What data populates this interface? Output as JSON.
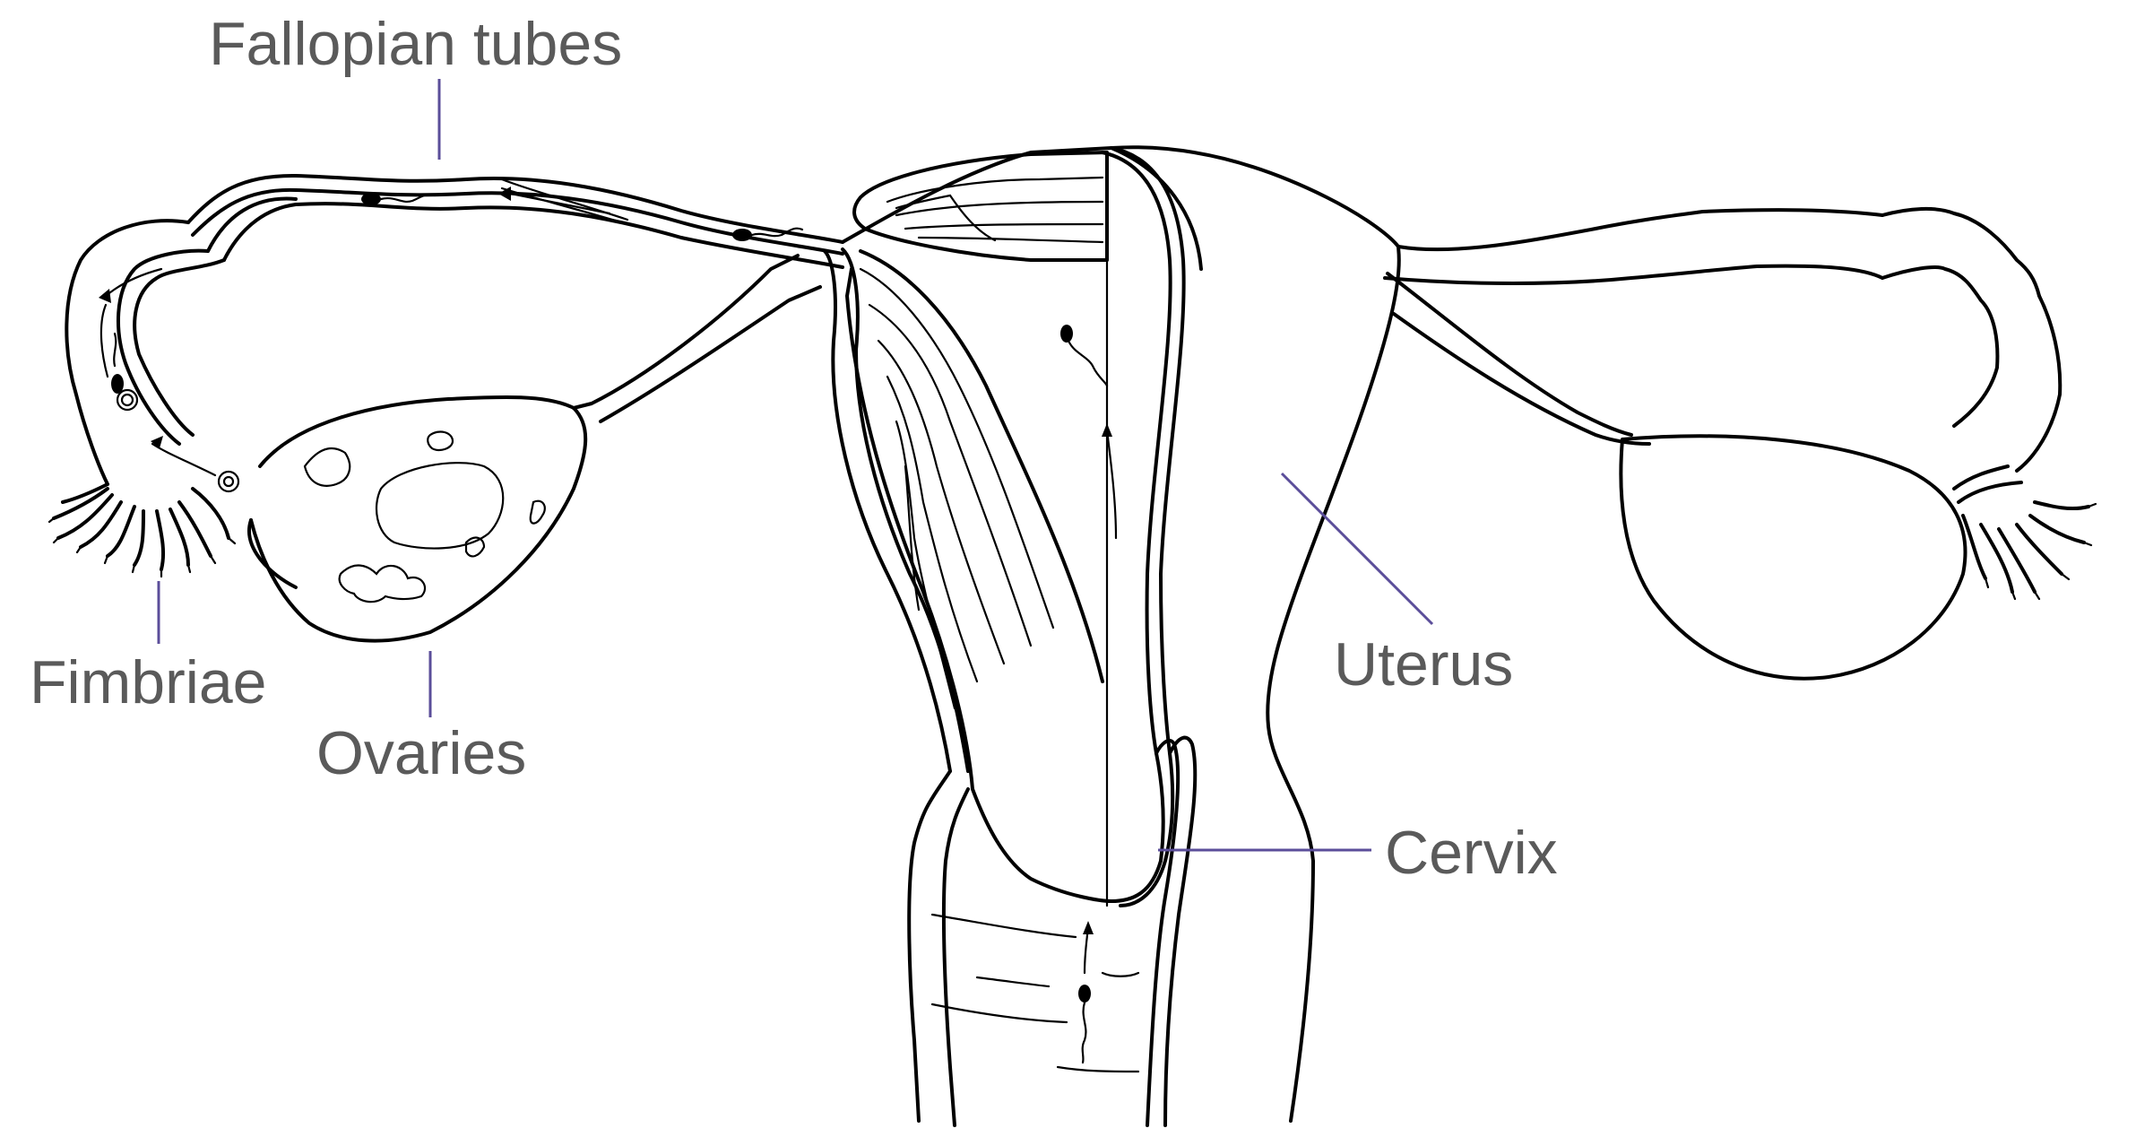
{
  "labels": {
    "fallopian_tubes": "Fallopian tubes",
    "fimbriae": "Fimbriae",
    "ovaries": "Ovaries",
    "uterus": "Uterus",
    "cervix": "Cervix"
  },
  "colors": {
    "outline": "#000000",
    "leader_line": "#5b4e9a",
    "label_text": "#5a5a5a",
    "background": "#ffffff"
  }
}
